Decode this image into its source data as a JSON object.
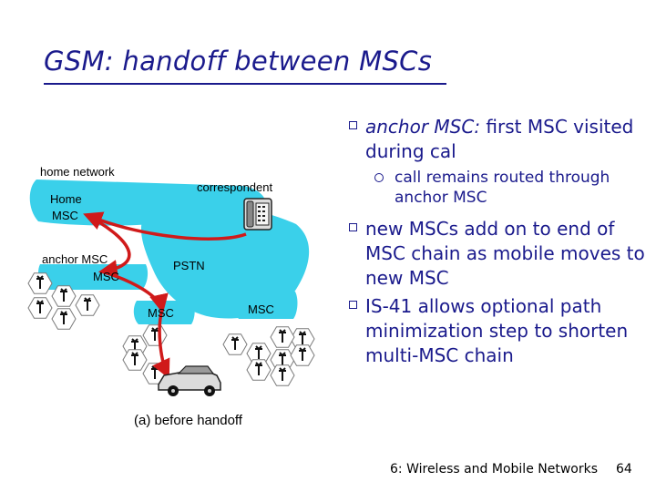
{
  "title": "GSM: handoff between MSCs",
  "diagram": {
    "home_network_label": "home network",
    "home_msc_label": "Home\nMSC",
    "correspondent_label": "correspondent",
    "anchor_msc_label": "anchor MSC",
    "anchor_msc_box_label": "MSC",
    "pstn_label": "PSTN",
    "msc_label_left": "MSC",
    "msc_label_right": "MSC",
    "caption": "(a) before handoff"
  },
  "bullets": [
    {
      "term": "anchor MSC:",
      "text": " first MSC visited during cal",
      "sub": [
        "call remains routed through anchor MSC"
      ]
    },
    {
      "text": "new MSCs add on to end of MSC chain as mobile moves to new MSC",
      "sub": []
    },
    {
      "text": "IS-41 allows optional path minimization step to shorten multi-MSC chain",
      "sub": []
    }
  ],
  "footer": {
    "label": "6: Wireless and Mobile Networks",
    "page": "64"
  },
  "colors": {
    "title": "#1a1a8c",
    "network_cloud": "#3ad0ea",
    "route_arrow": "#d01a1a"
  },
  "icons": [
    "phone-icon",
    "car-icon",
    "antenna-icon",
    "hexagon-cell"
  ]
}
